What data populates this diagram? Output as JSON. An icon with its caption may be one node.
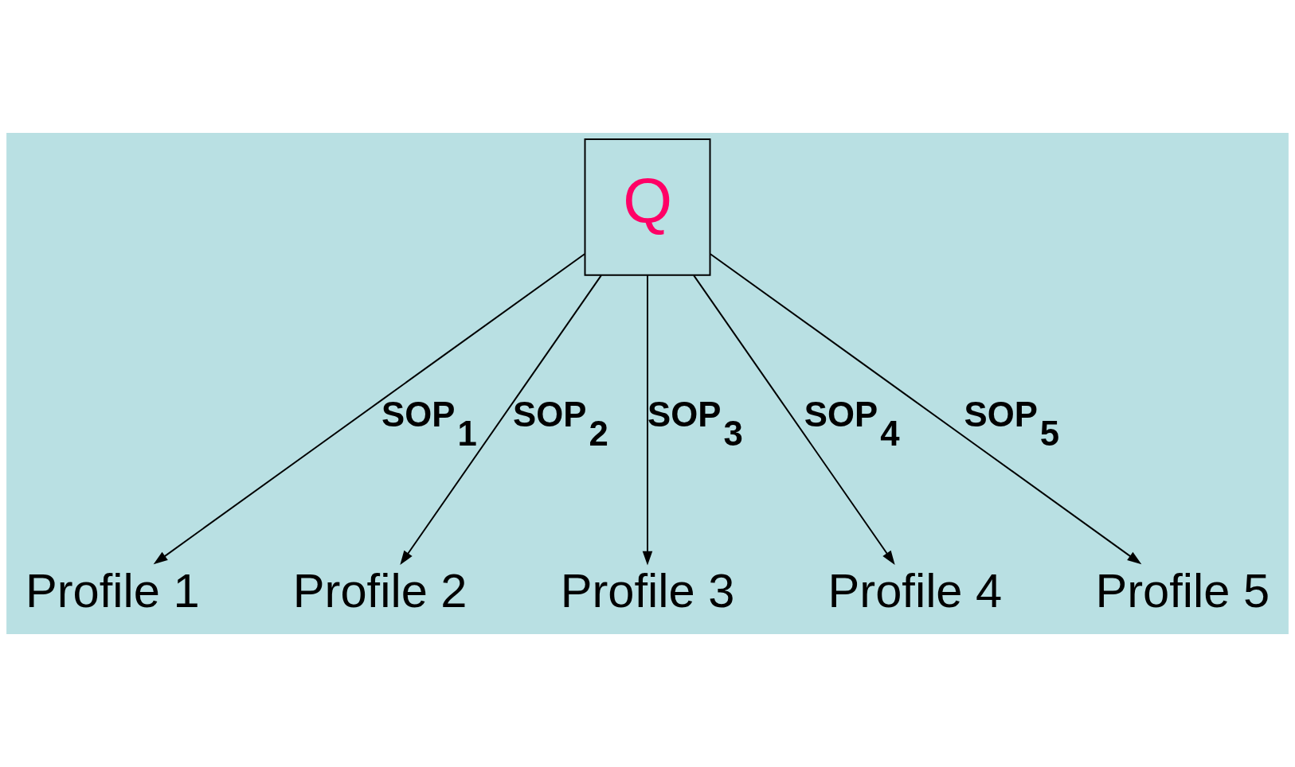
{
  "diagram": {
    "nodes": [
      {
        "text": [
          "Q"
        ]
      },
      {
        "text": [
          "Profile 1"
        ]
      },
      {
        "text": [
          "Profile 2"
        ]
      },
      {
        "text": [
          "Profile 3"
        ]
      },
      {
        "text": [
          "Profile 4"
        ]
      },
      {
        "text": [
          "Profile 5"
        ]
      }
    ],
    "edges": [
      {
        "from": 0,
        "to": 1,
        "arrow": "to",
        "label": "SOP$_{1}$"
      },
      {
        "from": 0,
        "to": 2,
        "arrow": "to",
        "label": "SOP$_{2}$"
      },
      {
        "from": 0,
        "to": 3,
        "arrow": "to",
        "label": "SOP$_{3}$"
      },
      {
        "from": 0,
        "to": 4,
        "arrow": "to",
        "label": "SOP$_{4}$"
      },
      {
        "from": 0,
        "to": 5,
        "arrow": "to",
        "label": "SOP$_{5}$"
      }
    ]
  }
}
